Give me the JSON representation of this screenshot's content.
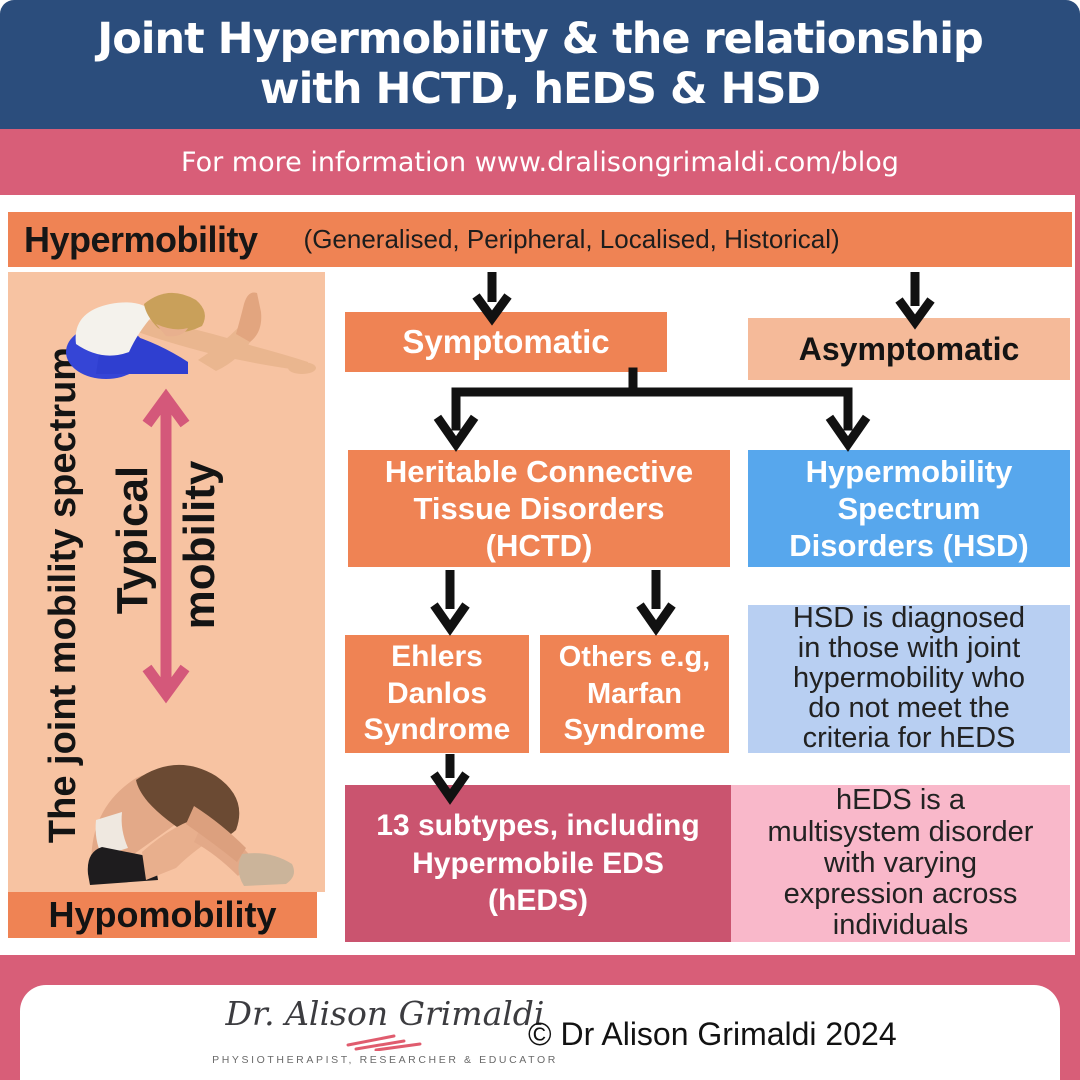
{
  "colors": {
    "navy": "#2b4d7c",
    "rose": "#d85e78",
    "orange": "#ef8354",
    "peach": "#f7c3a2",
    "peach-box": "#f5ba99",
    "blue": "#57a7ed",
    "light-blue": "#b8cff2",
    "dark-pink": "#ca546f",
    "light-pink": "#f9b8ca",
    "arrow-pink": "#d4587a",
    "arrow-black": "#111111"
  },
  "header": {
    "title": "Joint Hypermobility & the relationship\nwith HCTD, hEDS & HSD",
    "subtitle": "For more information www.dralisongrimaldi.com/blog"
  },
  "spectrum": {
    "bar_label": "Hypermobility",
    "bar_note": "(Generalised, Peripheral, Localised, Historical)",
    "axis_label": "The joint mobility spectrum",
    "mid_word1": "Typical",
    "mid_word2": "mobility",
    "bottom_label": "Hypomobility"
  },
  "flowchart": {
    "symptomatic": "Symptomatic",
    "asymptomatic": "Asymptomatic",
    "hctd": "Heritable Connective\nTissue Disorders\n(HCTD)",
    "hsd": "Hypermobility\nSpectrum\nDisorders (HSD)",
    "eds": "Ehlers\nDanlos\nSyndrome",
    "others": "Others e.g,\nMarfan\nSyndrome",
    "hsd_note": "HSD is diagnosed\nin those with joint\nhypermobility who\ndo not meet the\ncriteria for hEDS",
    "subtypes": "13 subtypes, including\nHypermobile EDS\n(hEDS)",
    "heds_note": "hEDS is a\nmultisystem disorder\nwith varying\nexpression across\nindividuals"
  },
  "footer": {
    "logo_name": "Dr. Alison Grimaldi",
    "logo_tagline": "PHYSIOTHERAPIST, RESEARCHER & EDUCATOR",
    "copyright": "© Dr Alison Grimaldi 2024"
  }
}
